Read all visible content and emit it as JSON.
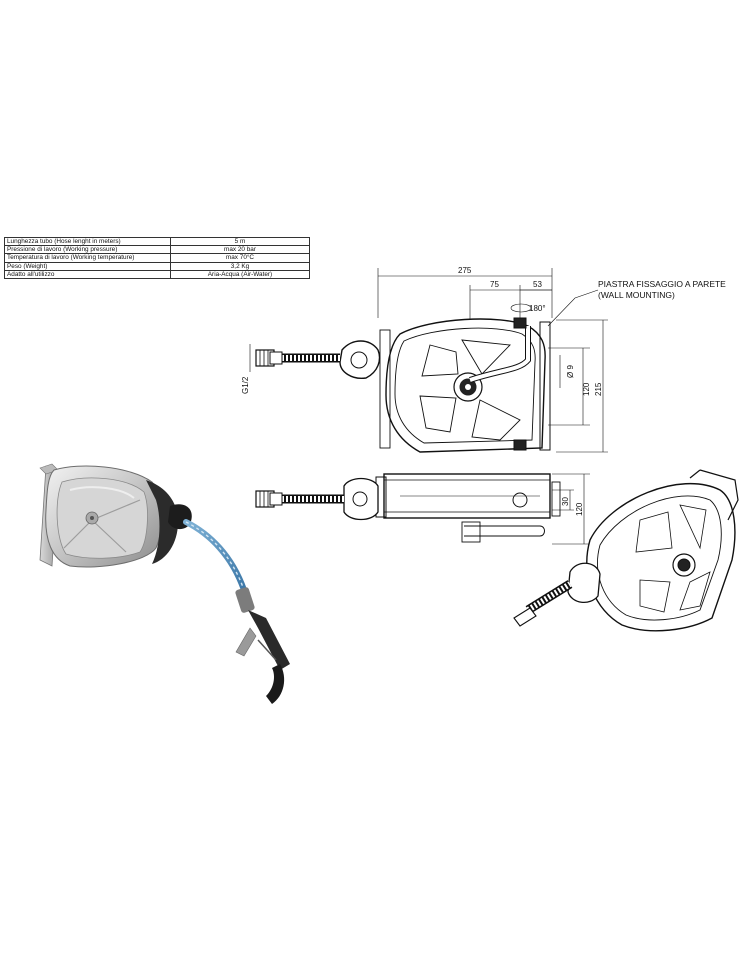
{
  "specs": [
    {
      "label": "Lunghezza tubo (Hose lenght in meters)",
      "value": "5 m"
    },
    {
      "label": "Pressione di lavoro (Working pressure)",
      "value": "max 20 bar"
    },
    {
      "label": "Temperatura di lavoro (Working temperature)",
      "value": "max  70°C"
    },
    {
      "label": "Peso (Weight)",
      "value": "3,2 Kg"
    },
    {
      "label": "Adatto all'utilizzo",
      "value": "Aria-Acqua (Air-Water)"
    }
  ],
  "dimensions": {
    "d275": "275",
    "d75": "75",
    "d53": "53",
    "d180": "180°",
    "d9": "Ø 9",
    "d120a": "120",
    "d215": "215",
    "thread": "G1/2",
    "d30": "30",
    "d120b": "120"
  },
  "annotation": {
    "line1": "PIASTRA FISSAGGIO A PARETE",
    "line2": "(WALL MOUNTING)"
  }
}
